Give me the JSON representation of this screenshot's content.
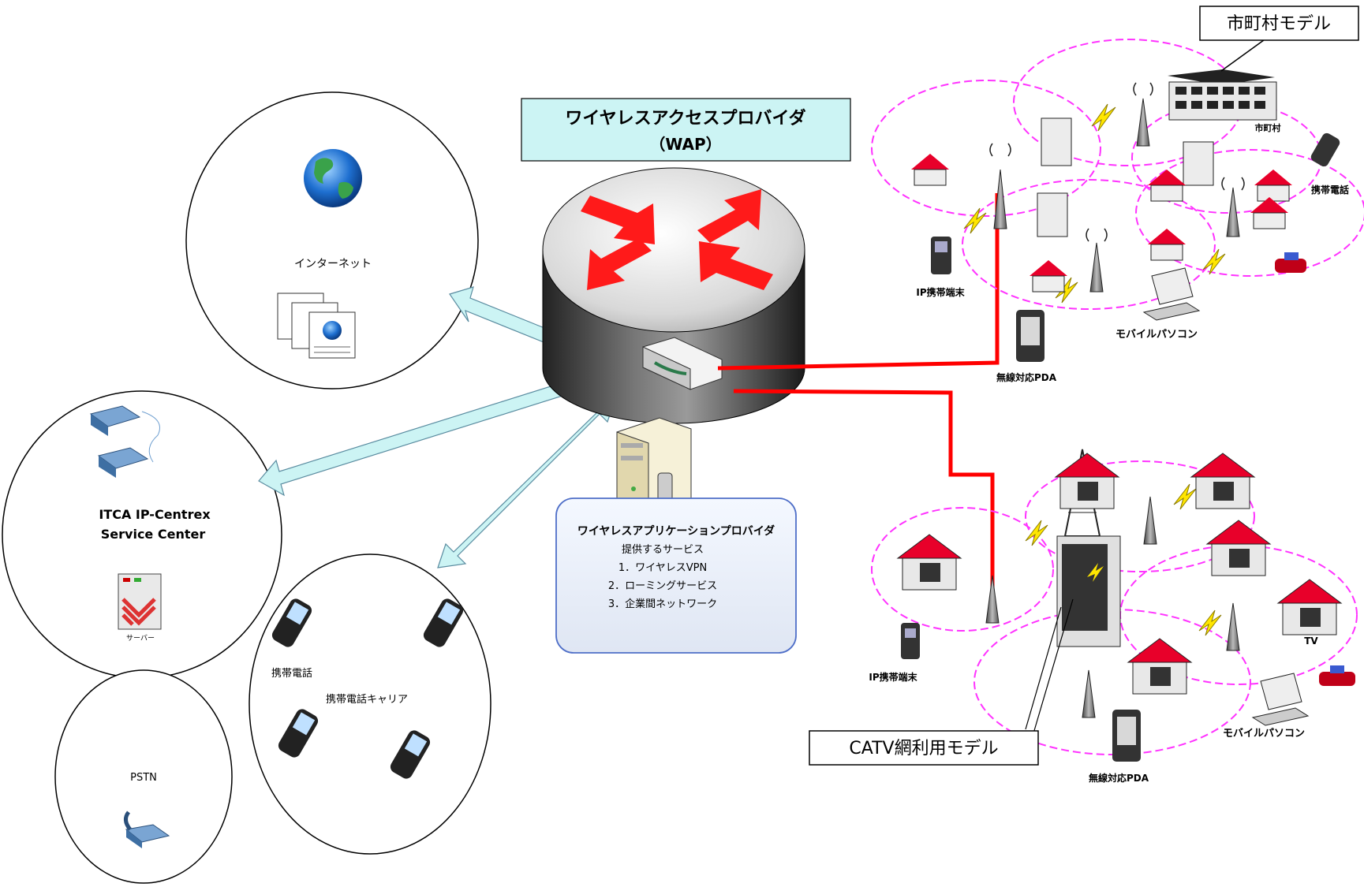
{
  "wap": {
    "line1": "ワイヤレスアクセスプロバイダ",
    "line2": "（WAP）"
  },
  "internet": {
    "label": "インターネット"
  },
  "itca": {
    "line1": "ITCA IP-Centrex",
    "line2": "Service Center",
    "server_label": "サーバー"
  },
  "pstn": {
    "label": "PSTN"
  },
  "carrier": {
    "phone_label": "携帯電話",
    "carrier_label": "携帯電話キャリア"
  },
  "wasp": {
    "title": "ワイヤレスアプリケーションプロバイダ",
    "services_title": "提供するサービス",
    "services": [
      "1．ワイヤレスVPN",
      "2．ローミングサービス",
      "3．企業間ネットワーク"
    ]
  },
  "municipal": {
    "model_label": "市町村モデル",
    "town_hall": "市町村",
    "cell_phone": "携帯電話",
    "ip_terminal": "IP携帯端末",
    "mobile_pc": "モバイルパソコン",
    "pda": "無線対応PDA"
  },
  "catv": {
    "model_label": "CATV網利用モデル",
    "ip_terminal": "IP携帯端末",
    "tv": "TV",
    "mobile_pc": "モバイルパソコン",
    "pda": "無線対応PDA"
  },
  "colors": {
    "link_red": "#ff0000",
    "arrow_cyan": "#ccf4f4",
    "cell_dash": "#ff33ff",
    "roof_red": "#e8002a",
    "wap_box": "#ccf4f4"
  }
}
